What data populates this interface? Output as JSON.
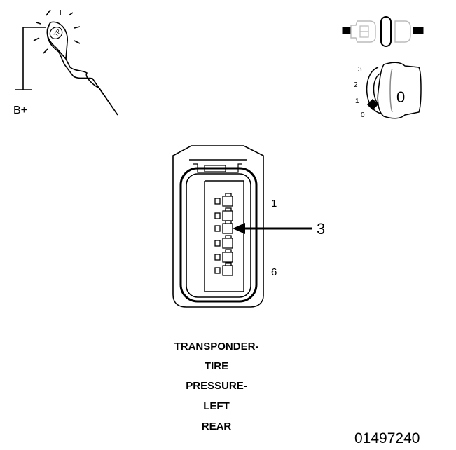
{
  "probe_icon": {
    "label": "B+"
  },
  "ignition": {
    "positions": [
      "3",
      "2",
      "1",
      "0"
    ],
    "key_position": "0"
  },
  "connector": {
    "pin_first": "1",
    "pin_last": "6",
    "callout": "3"
  },
  "caption": {
    "lines": [
      "TRANSPONDER-",
      "TIRE",
      "PRESSURE-",
      "LEFT",
      "REAR"
    ]
  },
  "figure_id": "01497240"
}
